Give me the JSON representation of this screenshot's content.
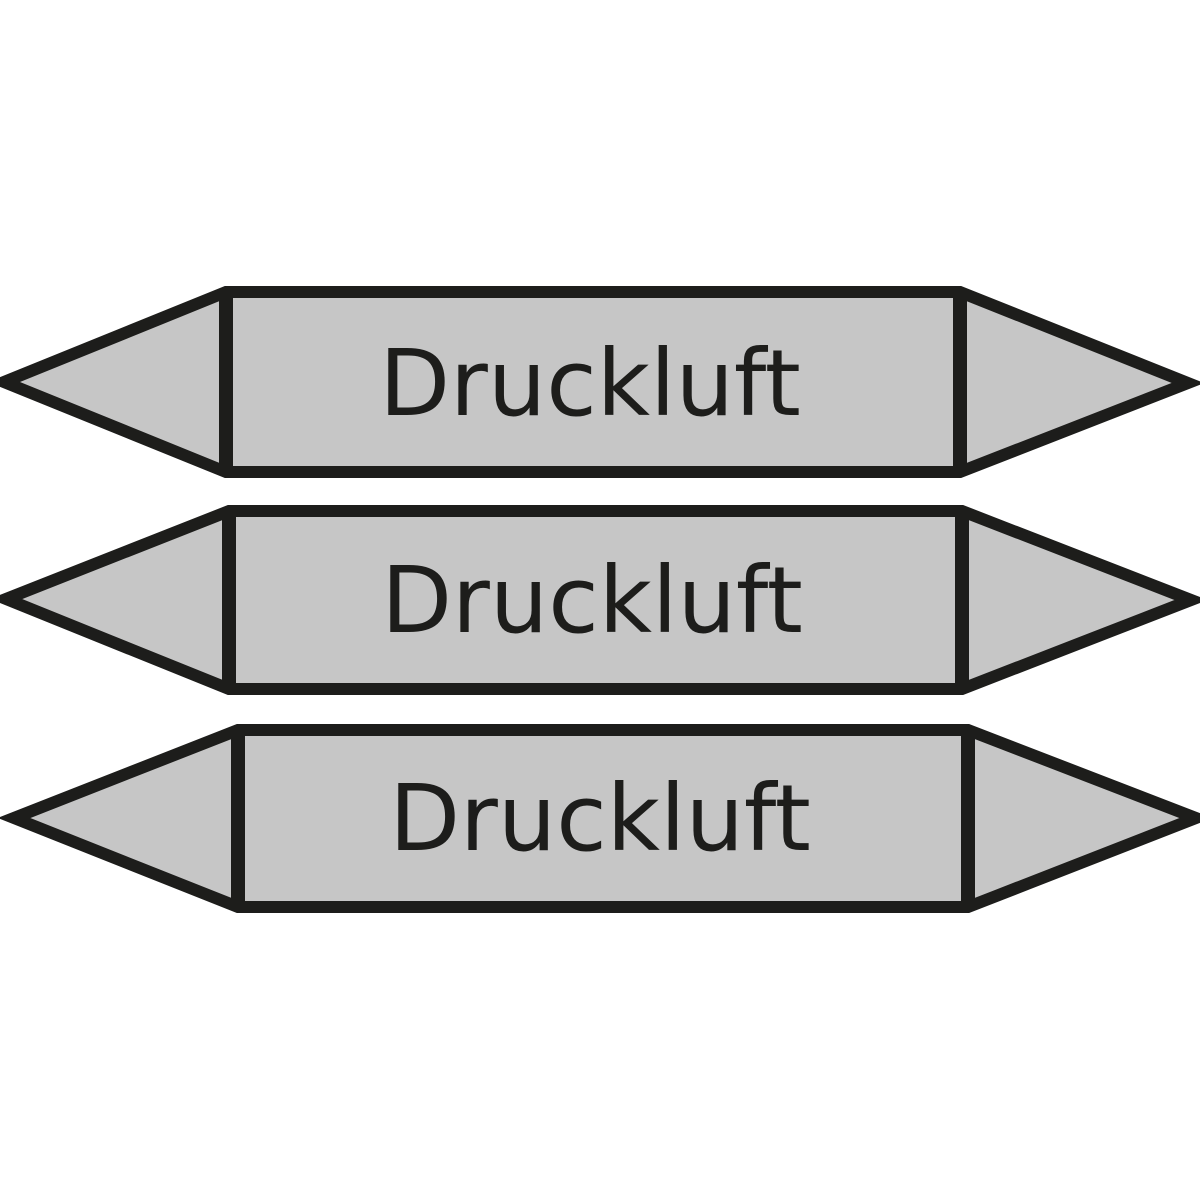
{
  "colors": {
    "background": "#ffffff",
    "fill": "#c6c6c6",
    "stroke": "#1d1d1b"
  },
  "markers": [
    {
      "label": "Druckluft",
      "icon_left": "arrow-left-icon",
      "icon_right": "arrow-right-icon"
    },
    {
      "label": "Druckluft",
      "icon_left": "arrow-left-icon",
      "icon_right": "arrow-right-icon"
    },
    {
      "label": "Druckluft",
      "icon_left": "arrow-left-icon",
      "icon_right": "arrow-right-icon"
    }
  ]
}
